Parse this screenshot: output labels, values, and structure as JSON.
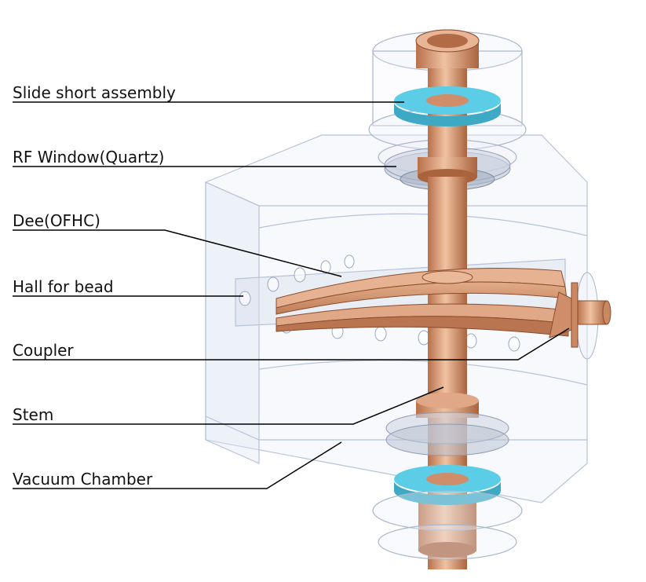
{
  "labels": {
    "slide_short": "Slide short assembly",
    "rf_window": "RF Window(Quartz)",
    "dee": "Dee(OFHC)",
    "hall": "Hall for bead",
    "coupler": "Coupler",
    "stem": "Stem",
    "vacuum": "Vacuum Chamber"
  },
  "colors": {
    "copper": "#d89a73",
    "copper_dark": "#b0704a",
    "quartz": "#5cc6dd",
    "chamber": "#c9d4e6",
    "leader": "#000000"
  }
}
